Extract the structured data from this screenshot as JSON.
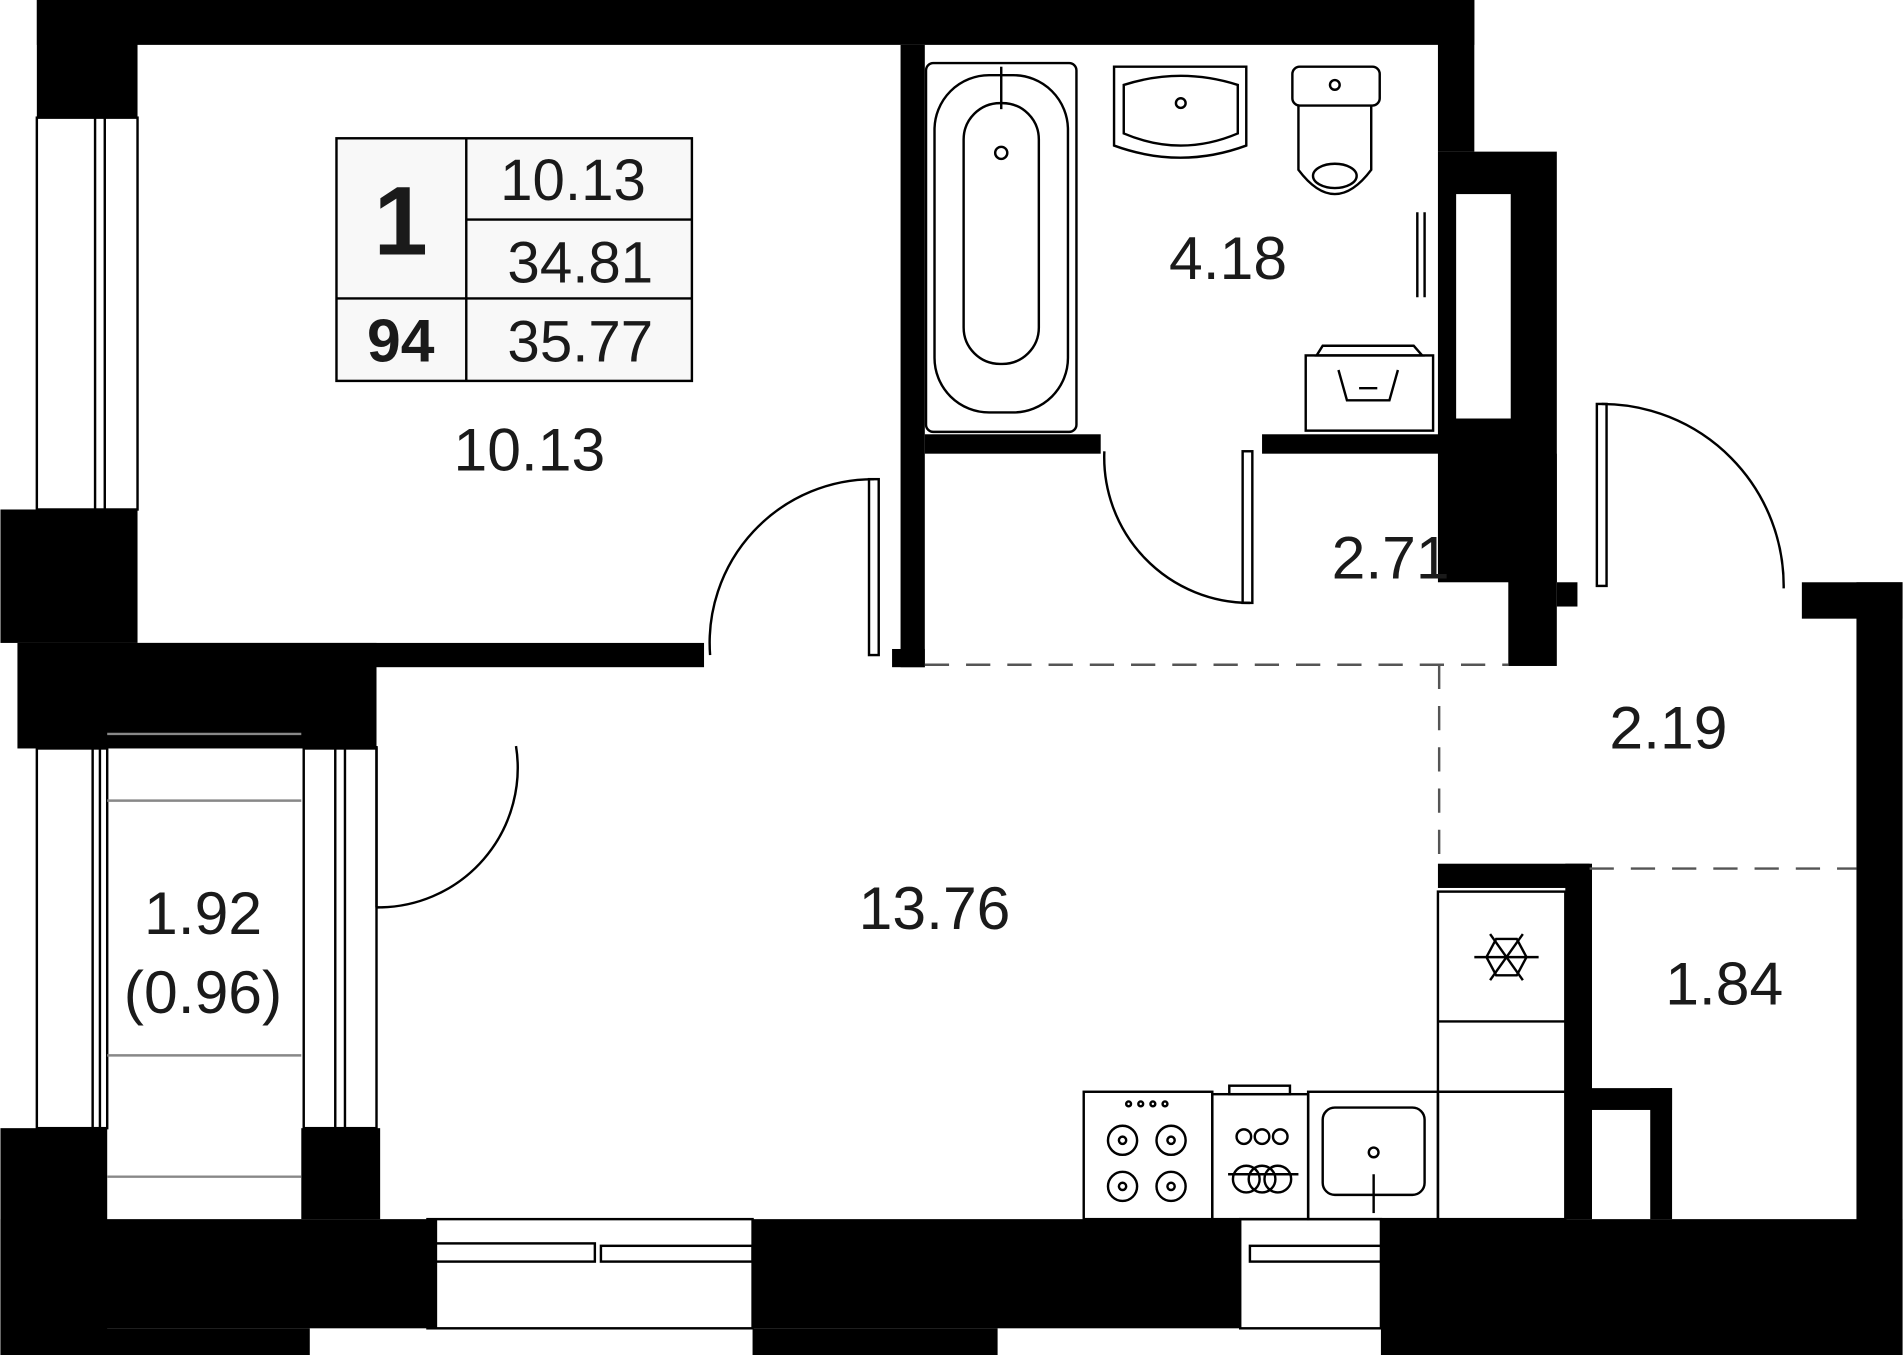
{
  "summary_table": {
    "rooms_count": "1",
    "apartment_number": "94",
    "living_area": "10.13",
    "total_area": "34.81",
    "total_area_with_balcony": "35.77"
  },
  "rooms": {
    "bedroom": "10.13",
    "bathroom": "4.18",
    "storage": "2.71",
    "hallway": "2.19",
    "kitchen_living": "13.76",
    "entry": "1.84",
    "balcony": "1.92",
    "balcony_reduced": "(0.96)"
  },
  "icons": [
    "bathtub-icon",
    "sink-icon",
    "toilet-icon",
    "towel-rail-icon",
    "washing-machine-icon",
    "fridge-snowflake-icon",
    "stove-icon",
    "oven-icon",
    "kitchen-sink-icon"
  ]
}
